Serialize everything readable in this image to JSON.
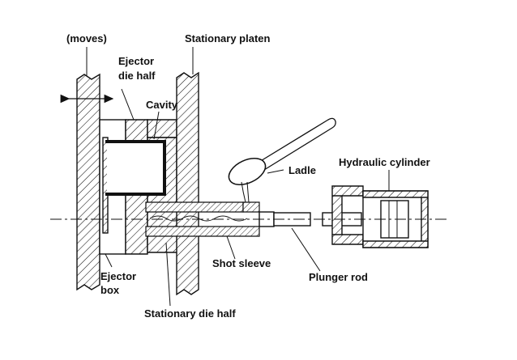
{
  "labels": {
    "moves": "(moves)",
    "stationary_platen": "Stationary platen",
    "ejector_die_half_line1": "Ejector",
    "ejector_die_half_line2": "die half",
    "cavity": "Cavity",
    "ladle": "Ladle",
    "hydraulic_cylinder": "Hydraulic cylinder",
    "shot_sleeve": "Shot sleeve",
    "plunger_rod": "Plunger rod",
    "ejector_box_line1": "Ejector",
    "ejector_box_line2": "box",
    "stationary_die_half": "Stationary die half"
  }
}
